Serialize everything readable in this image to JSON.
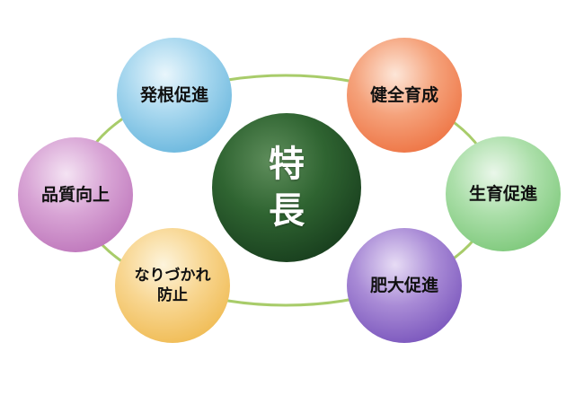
{
  "center": {
    "label": "特　長"
  },
  "features": {
    "top_left": "発根促進",
    "top_right": "健全育成",
    "left": "品質向上",
    "right": "生育促進",
    "bottom_left_line1": "なりづかれ",
    "bottom_left_line2": "防止",
    "bottom_right": "肥大促進"
  },
  "colors": {
    "center": "#2f6431",
    "top_left": "#6cb8de",
    "top_right": "#ee7545",
    "left": "#bf78bc",
    "right": "#7fc97c",
    "bottom_left": "#f0bc55",
    "bottom_right": "#7b57bd",
    "ring": "#a8cc6a"
  }
}
